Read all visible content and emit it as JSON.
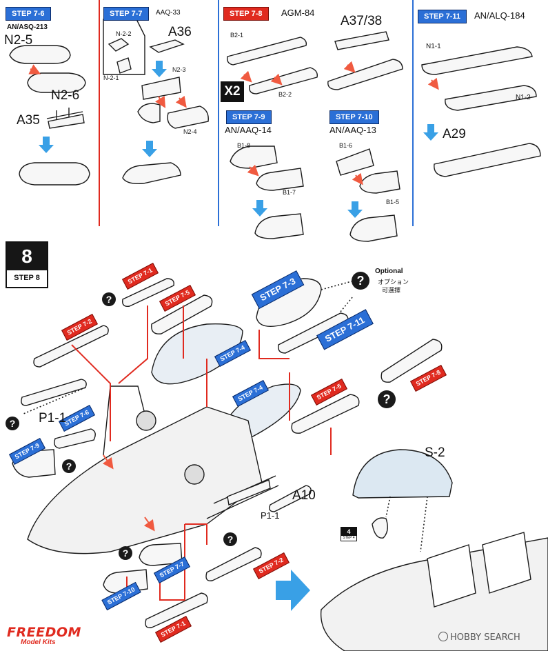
{
  "colors": {
    "blue_step": "#2b6fd6",
    "red_step": "#e02a1f",
    "arrow_blue": "#39a0e6",
    "arrow_red": "#f05a40",
    "canopy_tint": "#dce8f2"
  },
  "top_panel": {
    "step_7_6": {
      "tag": "STEP 7-6",
      "subtitle": "AN/ASQ-213",
      "parts": [
        "N2-5",
        "N2-6",
        "A35"
      ]
    },
    "step_7_7": {
      "tag": "STEP 7-7",
      "subtitle": "AAQ-33",
      "parts": [
        "A36",
        "N-2-2",
        "N-2-1",
        "N2-3",
        "N2-4"
      ]
    },
    "step_7_8": {
      "tag": "STEP 7-8",
      "subtitle": "AGM-84",
      "parts": [
        "A37/38",
        "B2-1",
        "B2-2"
      ],
      "multiplier": "X2"
    },
    "step_7_9": {
      "tag": "STEP 7-9",
      "subtitle": "AN/AAQ-14",
      "parts": [
        "B1-8",
        "B1-7"
      ]
    },
    "step_7_10": {
      "tag": "STEP 7-10",
      "subtitle": "AN/AAQ-13",
      "parts": [
        "B1-6",
        "B1-5"
      ]
    },
    "step_7_11": {
      "tag": "STEP 7-11",
      "subtitle": "AN/ALQ-184",
      "parts": [
        "N1-1",
        "N1-2",
        "A29"
      ]
    }
  },
  "step8": {
    "number": "8",
    "label": "STEP 8",
    "optional": {
      "en": "Optional",
      "jp": "オプション",
      "cn": "可選擇"
    },
    "question_mark": "?",
    "tags": {
      "t1": "STEP 7-1",
      "t2": "STEP 7-5",
      "t3": "STEP 7-3",
      "t4": "STEP 7-11",
      "t5": "STEP 7-2",
      "t6": "STEP 7-4",
      "t7": "STEP 7-8",
      "t8": "STEP 7-4",
      "t9": "STEP 7-5",
      "t10": "STEP 7-6",
      "t11": "STEP 7-9",
      "t12": "STEP 7-7",
      "t13": "STEP 7-10",
      "t14": "STEP 7-2",
      "t15": "STEP 7-1"
    },
    "parts": {
      "p1": "P1-1",
      "p2": "P1-1",
      "p3": "A10",
      "p4": "S-2"
    },
    "ref_step": {
      "num": "4",
      "label": "STEP 4"
    }
  },
  "brand": {
    "line1": "FREEDOM",
    "line2": "Model Kits"
  },
  "watermark": "HOBBY SEARCH"
}
